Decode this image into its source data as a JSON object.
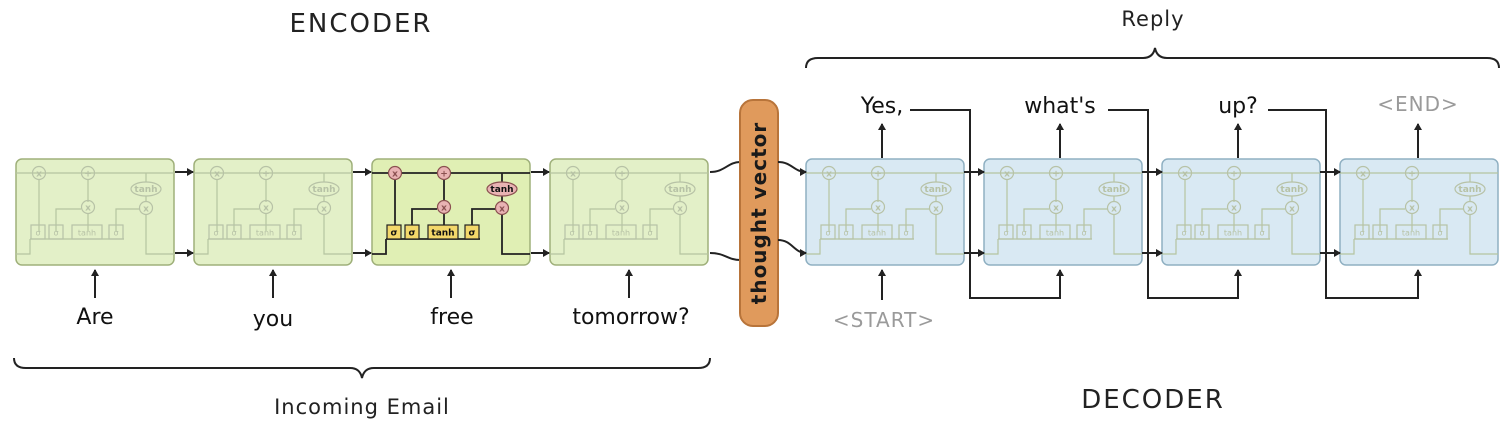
{
  "encoder": {
    "title": "ENCODER",
    "group_label": "Incoming Email",
    "inputs": [
      "Are",
      "you",
      "free",
      "tomorrow?"
    ]
  },
  "decoder": {
    "title": "DECODER",
    "group_label": "Reply",
    "start_token": "<START>",
    "outputs": [
      "Yes,",
      "what's",
      "up?",
      "<END>"
    ]
  },
  "thought_vector": {
    "label": "thought vector"
  },
  "lstm_gates": {
    "sigma": "σ",
    "tanh": "tanh",
    "multiply": "x",
    "add": "+"
  },
  "colors": {
    "encoder_cell_fill": "#e3f0c8",
    "encoder_cell_active_fill": "#e0efb4",
    "encoder_cell_stroke": "#9fb07a",
    "decoder_cell_fill": "#d9e9f3",
    "decoder_cell_stroke": "#8fb0c2",
    "thought_vector_fill": "#e09a5c",
    "thought_vector_stroke": "#b8743a",
    "active_gate_fill": "#f3d86a",
    "active_op_fill": "#e9b3b3",
    "token_gray": "#9a9a9a"
  }
}
